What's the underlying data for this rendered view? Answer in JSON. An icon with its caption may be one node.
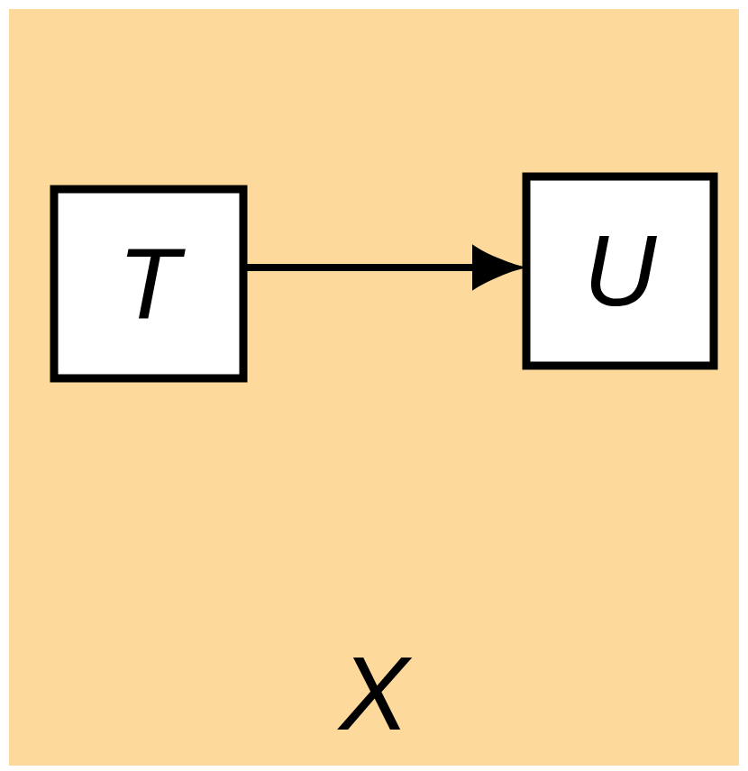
{
  "diagram": {
    "nodes": [
      {
        "text": [
          "X"
        ]
      },
      {
        "text": [
          "T"
        ],
        "in": 0
      },
      {
        "text": [
          "U"
        ],
        "in": 0
      }
    ],
    "edges": [
      {
        "from": 1,
        "to": 2,
        "arrow": "to"
      }
    ]
  }
}
